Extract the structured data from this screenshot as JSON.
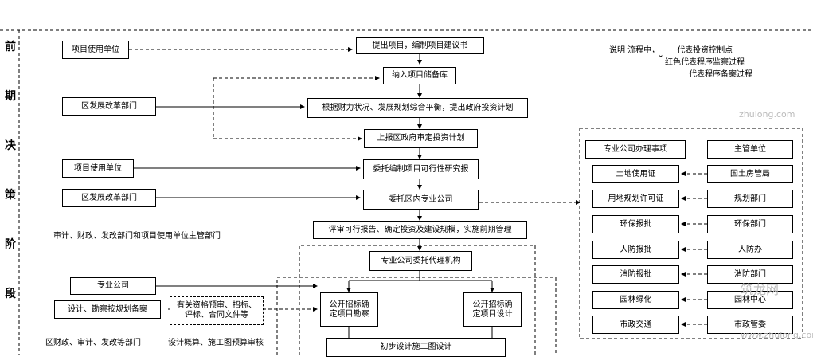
{
  "phase_label": [
    "前",
    "期",
    "决",
    "策",
    "阶",
    "段"
  ],
  "legend": {
    "line1_prefix": "说明  流程中，",
    "line1_mark": "",
    "line1_suffix": "代表投资控制点",
    "line2": "红色代表程序监察过程",
    "line3": "代表程序备案过程"
  },
  "left": {
    "proj_unit_1": "项目使用单位",
    "dev_reform_1": "区发展改革部门",
    "proj_unit_2": "项目使用单位",
    "dev_reform_2": "区发展改革部门",
    "audit_line": "审计、财政、发改部门和项目使用单位主管部门",
    "pro_company": "专业公司",
    "design_survey": "设计、勘察按规划备案",
    "dept_list": "区财政、审计、发改等部门",
    "qualification": "有关资格预审、招标、\n评标、合同文件等",
    "design_budget": "设计概算、施工图预算审核"
  },
  "center": {
    "c1": "提出项目，编制项目建议书",
    "c2": "纳入项目储备库",
    "c3": "根据财力状况、发展规划综合平衡，提出政府投资计划",
    "c4": "上报区政府审定投资计划",
    "c5": "委托编制项目可行性研究报",
    "c6": "委托区内专业公司",
    "c7": "评审可行报告、确定投资及建设规模，实施前期管理",
    "c8": "专业公司委托代理机构",
    "c9": "公开招标确\n定项目勘察",
    "c10": "公开招标确\n定项目设计",
    "c11": "初步设计施工图设计"
  },
  "right": {
    "header_left": "专业公司办理事项",
    "header_right": "主管单位",
    "items": [
      "土地使用证",
      "用地规划许可证",
      "环保报批",
      "人防报批",
      "消防报批",
      "园林绿化",
      "市政交通"
    ],
    "authorities": [
      "国土房管局",
      "规划部门",
      "环保部门",
      "人防办",
      "消防部门",
      "园林中心",
      "市政管委"
    ]
  },
  "watermark": [
    "zhulong.com",
    "筑龙网",
    "www.zhulong.com"
  ]
}
